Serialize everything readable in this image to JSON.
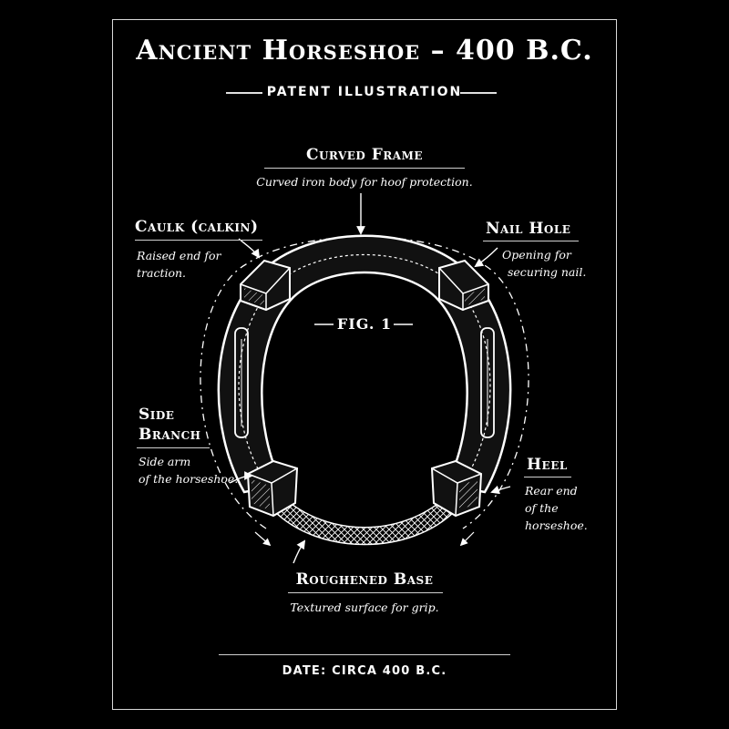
{
  "header": {
    "title": "Ancient Horseshoe – 400 B.C.",
    "subtitle": "PATENT ILLUSTRATION"
  },
  "figure": {
    "label": "FIG. 1"
  },
  "callouts": {
    "curved_frame": {
      "label": "Curved Frame",
      "desc": "Curved iron body for hoof protection."
    },
    "caulk": {
      "label": "Caulk (calkin)",
      "desc_lines": [
        "Raised end for",
        "traction."
      ]
    },
    "nail_hole": {
      "label": "Nail Hole",
      "desc_lines": [
        "Opening for",
        "securing nail."
      ]
    },
    "side_branch": {
      "label_lines": [
        "Side",
        "Branch"
      ],
      "desc_lines": [
        "Side arm",
        "of the horseshoe."
      ]
    },
    "heel": {
      "label": "Heel",
      "desc_lines": [
        "Rear end",
        "of the",
        "horseshoe."
      ]
    },
    "roughened_base": {
      "label": "Roughened Base",
      "desc": "Textured surface for grip."
    }
  },
  "footer": {
    "date": "DATE: CIRCA 400 B.C."
  },
  "colors": {
    "background": "#000000",
    "ink": "#ffffff"
  }
}
